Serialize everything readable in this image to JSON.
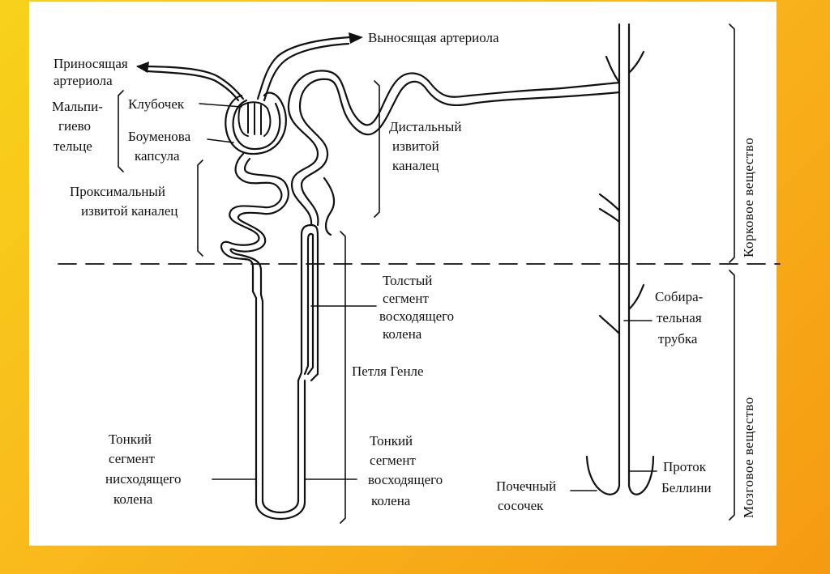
{
  "labels": {
    "afferent_1": "Приносящая",
    "afferent_2": "артериола",
    "efferent": "Выносящая артериола",
    "malpighian_1": "Мальпи-",
    "malpighian_2": "гиево",
    "malpighian_3": "тельце",
    "glomerulus": "Клубочек",
    "bowman_1": "Боуменова",
    "bowman_2": "капсула",
    "proximal_1": "Проксимальный",
    "proximal_2": "извитой каналец",
    "distal_1": "Дистальный",
    "distal_2": "извитой",
    "distal_3": "каналец",
    "thick_1": "Толстый",
    "thick_2": "сегмент",
    "thick_3": "восходящего",
    "thick_4": "колена",
    "henle": "Петля Генле",
    "thin_desc_1": "Тонкий",
    "thin_desc_2": "сегмент",
    "thin_desc_3": "нисходящего",
    "thin_desc_4": "колена",
    "thin_asc_1": "Тонкий",
    "thin_asc_2": "сегмент",
    "thin_asc_3": "восходящего",
    "thin_asc_4": "колена",
    "papilla_1": "Почечный",
    "papilla_2": "сосочек",
    "collecting_1": "Собира-",
    "collecting_2": "тельная",
    "collecting_3": "трубка",
    "bellini_1": "Проток",
    "bellini_2": "Беллини",
    "cortex": "Корковое вещество",
    "medulla": "Мозговое вещество"
  },
  "colors": {
    "frame_gradient": [
      "#f7d21a",
      "#f59a12"
    ],
    "panel": "#ffffff",
    "ink": "#111111"
  }
}
